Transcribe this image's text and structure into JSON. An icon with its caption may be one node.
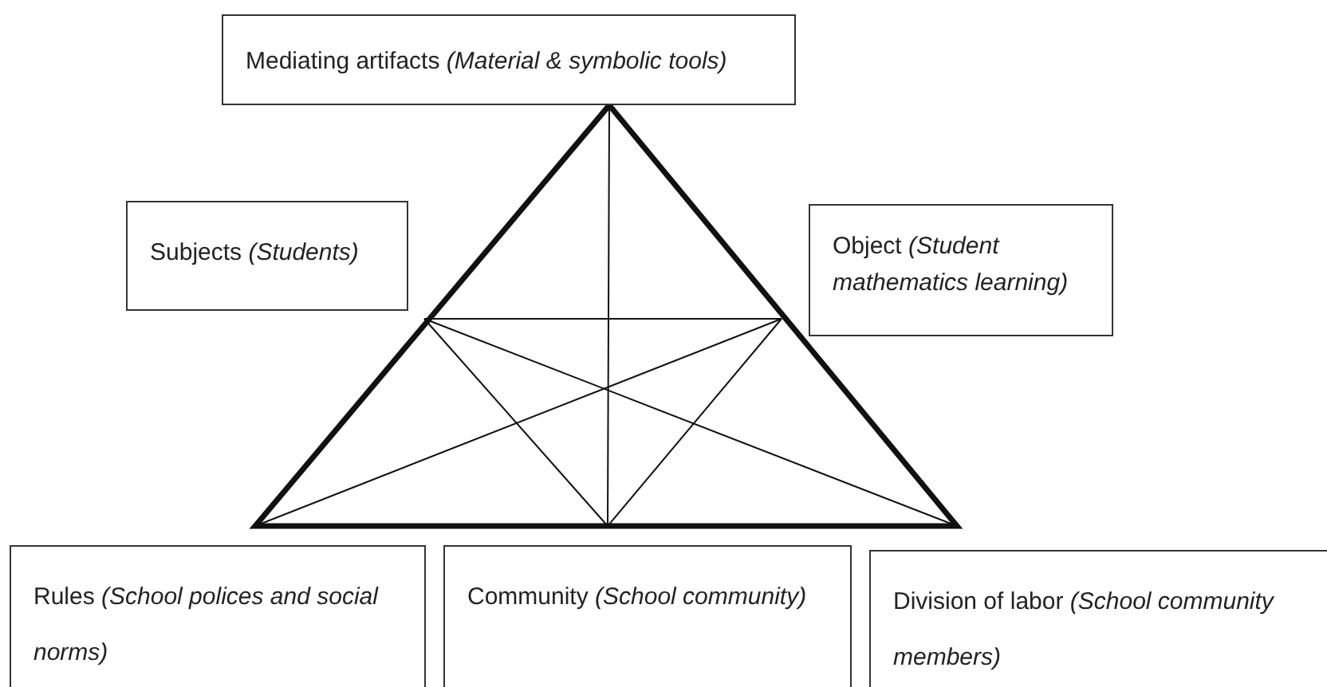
{
  "diagram": {
    "nodes": [
      {
        "text": [
          "Mediating artifacts *(Material & symbolic tools)*"
        ]
      },
      {
        "text": [
          "Subjects *(Students)*"
        ]
      },
      {
        "text": [
          "Object *(Student mathematics learning)*"
        ]
      },
      {
        "text": [
          "Rules *(School polices and social norms)*"
        ]
      },
      {
        "text": [
          "Community *(School community)*"
        ]
      },
      {
        "text": [
          "Division of labor *(School community members)*"
        ]
      }
    ]
  }
}
